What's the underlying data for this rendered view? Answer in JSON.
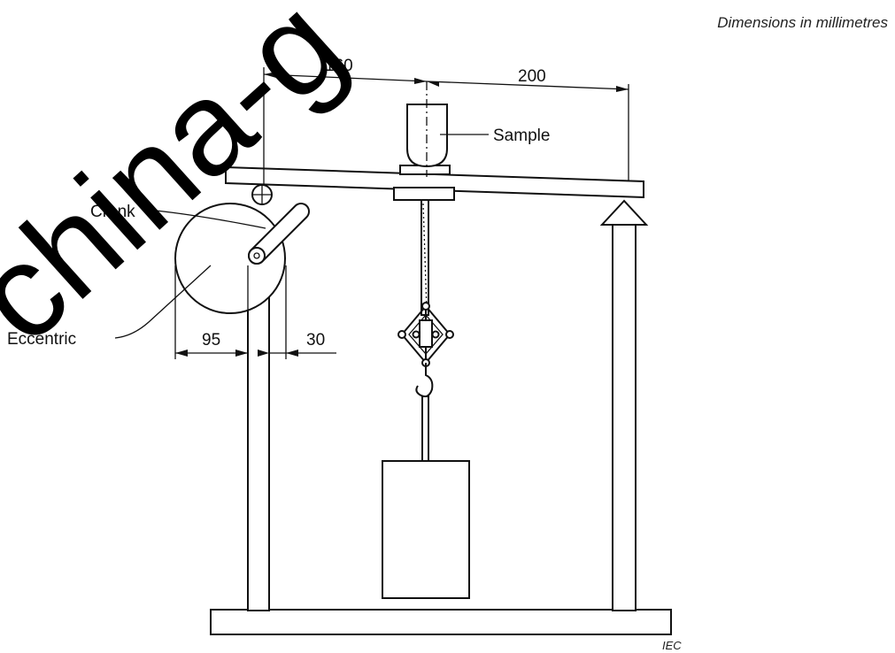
{
  "header": {
    "units_note": "Dimensions in millimetres"
  },
  "dimensions": {
    "d160": "160",
    "d200": "200",
    "d95": "95",
    "d30": "30"
  },
  "labels": {
    "sample": "Sample",
    "crank": "Crank",
    "eccentric": "Eccentric"
  },
  "footer": {
    "source": "IEC"
  },
  "watermark": {
    "text": "china-g"
  },
  "colors": {
    "ink": "#111111",
    "background": "#ffffff"
  }
}
